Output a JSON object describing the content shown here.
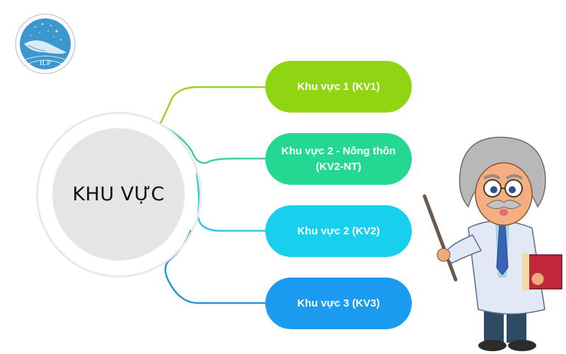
{
  "logo": {
    "text": "ILP",
    "name": "whale-logo"
  },
  "center": {
    "label": "KHU VỰC"
  },
  "branches": [
    {
      "label": "Khu vực 1 (KV1)",
      "color": "#8fd512"
    },
    {
      "label": "Khu vực 2 - Nông thôn (KV2-NT)",
      "color": "#25d891"
    },
    {
      "label": "Khu vực 2 (KV2)",
      "color": "#17d0ee"
    },
    {
      "label": "Khu vực 3 (KV3)",
      "color": "#1a9bf0"
    }
  ],
  "connector_colors": [
    "#9ed22a",
    "#3fcf9c",
    "#2fc7e2",
    "#2a93d6"
  ]
}
